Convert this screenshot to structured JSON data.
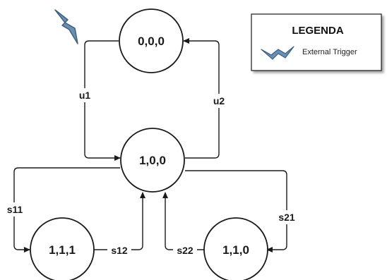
{
  "states": {
    "s000": "0,0,0",
    "s100": "1,0,0",
    "s111": "1,1,1",
    "s110": "1,1,0"
  },
  "transitions": {
    "u1": "u1",
    "u2": "u2",
    "s11": "s11",
    "s12": "s12",
    "s21": "s21",
    "s22": "s22"
  },
  "legend": {
    "title": "LEGENDA",
    "item_label": "External Trigger",
    "item_icon": "lightning-bolt-icon"
  },
  "colors": {
    "stroke": "#1a1a1a",
    "trigger_fill": "#6b8fb0",
    "trigger_stroke": "#3d5f80"
  }
}
